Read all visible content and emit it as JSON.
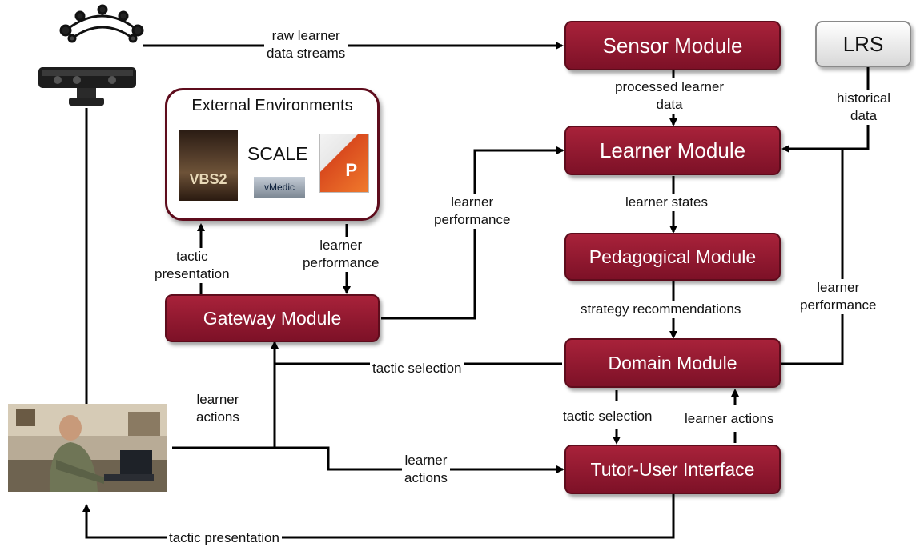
{
  "modules": {
    "sensor": "Sensor Module",
    "lrs": "LRS",
    "learner": "Learner Module",
    "pedagogical": "Pedagogical Module",
    "domain": "Domain Module",
    "tui": "Tutor-User Interface",
    "gateway": "Gateway Module"
  },
  "external": {
    "title": "External Environments",
    "scale": "SCALE",
    "vbs_logo": "VBS2",
    "vmedic_logo": "vMedic"
  },
  "labels": {
    "raw_streams": [
      "raw learner",
      "data streams"
    ],
    "processed": [
      "processed learner",
      "data"
    ],
    "historical": [
      "historical",
      "data"
    ],
    "learner_states": "learner  states",
    "strategy": "strategy recommendations",
    "tactic_selection_left": "tactic selection",
    "tactic_selection_bottom": "tactic selection",
    "learner_actions_right": "learner actions",
    "learner_actions_mid": [
      "learner",
      "actions"
    ],
    "learner_actions_left": [
      "learner",
      "actions"
    ],
    "learner_performance_mid": [
      "learner",
      "performance"
    ],
    "learner_performance_ext": [
      "learner",
      "performance"
    ],
    "learner_performance_right": [
      "learner",
      "performance"
    ],
    "tactic_presentation_up": [
      "tactic",
      "presentation"
    ],
    "tactic_presentation_bottom": "tactic presentation"
  },
  "colors": {
    "module_fill": "#8b1530",
    "module_border": "#5e0c1c",
    "lrs_fill": "#e6e6e6",
    "line": "#000000"
  },
  "icons": {
    "eeg_headset": "eeg-headset-icon",
    "kinect": "kinect-sensor-icon",
    "soldier_photo": "soldier-at-computer-photo"
  }
}
